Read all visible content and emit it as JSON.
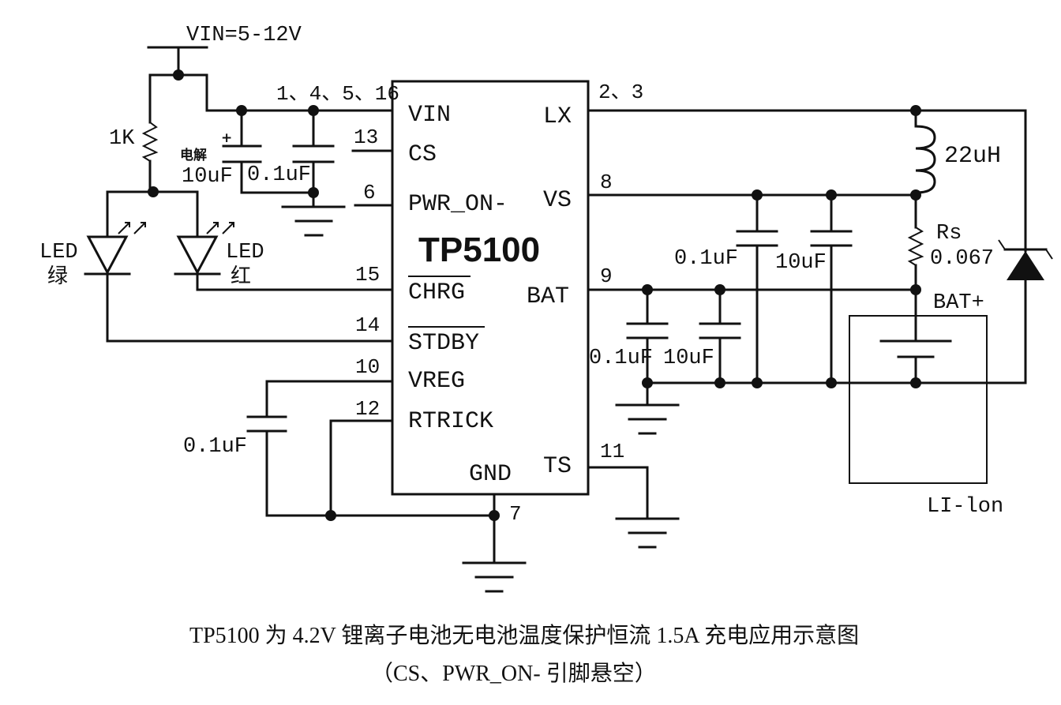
{
  "supply": "VIN=5-12V",
  "chip": {
    "name": "TP5100",
    "pins_left": {
      "vin": "VIN",
      "cs": "CS",
      "pwr_on": "PWR_ON-",
      "chrg": "CHRG",
      "stdby": "STDBY",
      "vreg": "VREG",
      "rtrick": "RTRICK",
      "gnd": "GND"
    },
    "pins_right": {
      "lx": "LX",
      "vs": "VS",
      "bat": "BAT",
      "ts": "TS"
    }
  },
  "pin_numbers": {
    "vin": "1、4、5、16",
    "cs": "13",
    "pwr_on": "6",
    "chrg": "15",
    "stdby": "14",
    "vreg": "10",
    "rtrick": "12",
    "gnd": "7",
    "lx": "2、3",
    "vs": "8",
    "bat": "9",
    "ts": "11"
  },
  "components": {
    "r_1k": "1K",
    "cap_elec_note": "电解",
    "cap_elec": "10uF",
    "cap_elec_plus": "+",
    "cap_in": "0.1uF",
    "led_green_a": "LED",
    "led_green_b": "绿",
    "led_red_a": "LED",
    "led_red_b": "红",
    "cap_vreg": "0.1uF",
    "inductor": "22uH",
    "rs_a": "Rs",
    "rs_b": "0.067",
    "cap_vs1": "0.1uF",
    "cap_vs2": "10uF",
    "cap_bat1": "0.1uF",
    "cap_bat2": "10uF",
    "bat_plus": "BAT+",
    "battery": "LI-lon"
  },
  "caption": {
    "line1": "TP5100 为 4.2V 锂离子电池无电池温度保护恒流 1.5A 充电应用示意图",
    "line2": "（CS、PWR_ON- 引脚悬空）"
  }
}
